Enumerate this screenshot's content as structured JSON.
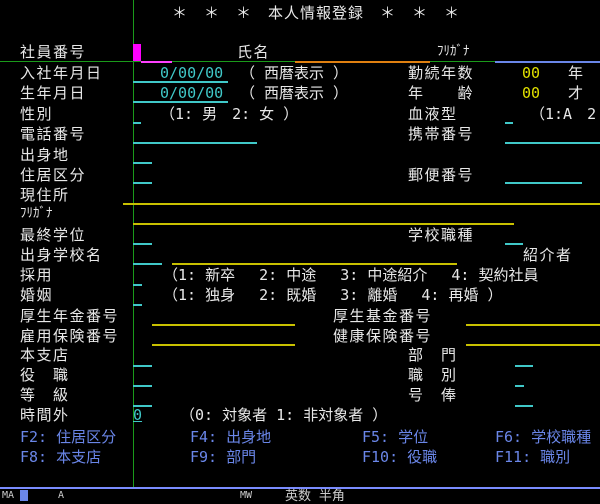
{
  "title": "＊　＊　＊　本人情報登録　＊　＊　＊",
  "header": {
    "employee_no": "社員番号",
    "name": "氏名",
    "furigana": "ﾌﾘｶﾞﾅ"
  },
  "rows": {
    "hire_date": {
      "label": "入社年月日",
      "value": "0/00/00",
      "note": "（ 西暦表示 ）"
    },
    "tenure": {
      "label": "勤続年数",
      "value": "00",
      "unit": "年"
    },
    "birth_date": {
      "label": "生年月日",
      "value": "0/00/00",
      "note": "（ 西暦表示 ）"
    },
    "age": {
      "label": "年　　齢",
      "value": "00",
      "unit": "才"
    },
    "gender": {
      "label": "性別",
      "value": "_",
      "options": "（1: 男　2: 女 ）"
    },
    "blood": {
      "label": "血液型",
      "value": "_",
      "options": "（1:A　2"
    },
    "phone": {
      "label": "電話番号"
    },
    "mobile": {
      "label": "携帯番号"
    },
    "birthplace": {
      "label": "出身地"
    },
    "residence_type": {
      "label": "住居区分"
    },
    "postal": {
      "label": "郵便番号"
    },
    "address": {
      "label": "現住所"
    },
    "address_kana": {
      "label": "ﾌﾘｶﾞﾅ"
    },
    "education": {
      "label": "最終学位"
    },
    "school_type": {
      "label": "学校職種"
    },
    "school_name": {
      "label": "出身学校名"
    },
    "referrer": {
      "label": "紹介者"
    },
    "hiring": {
      "label": "採用",
      "options": "（1: 新卒　 2: 中途　 3: 中途紹介　 4: 契約社員"
    },
    "marriage": {
      "label": "婚姻",
      "options": "（1: 独身　 2: 既婚　 3: 離婚　 4: 再婚 ）"
    },
    "pension_no": {
      "label": "厚生年金番号"
    },
    "fund_no": {
      "label": "厚生基金番号"
    },
    "employment_ins_no": {
      "label": "雇用保険番号"
    },
    "health_ins_no": {
      "label": "健康保険番号"
    },
    "branch": {
      "label": "本支店"
    },
    "department": {
      "label": "部　門"
    },
    "position": {
      "label": "役　職"
    },
    "job_class": {
      "label": "職　別"
    },
    "grade": {
      "label": "等　級"
    },
    "salary_step": {
      "label": "号　俸"
    },
    "overtime": {
      "label": "時間外",
      "value": "0",
      "options": "（0: 対象者 1: 非対象者 ）"
    }
  },
  "function_keys": [
    {
      "label": "F2: 住居区分"
    },
    {
      "label": "F4: 出身地"
    },
    {
      "label": "F5: 学位"
    },
    {
      "label": "F6: 学校職種"
    },
    {
      "label": "F8: 本支店"
    },
    {
      "label": "F9: 部門"
    },
    {
      "label": "F10: 役職"
    },
    {
      "label": "F11: 職別"
    }
  ],
  "status": {
    "mode": "MA",
    "a": "A",
    "mw": "MW",
    "input_mode": "英数 半角"
  },
  "colors": {
    "field": "#40c8c8",
    "long_field": "#c8c000",
    "cursor": "#ff00ff",
    "fkeys": "#6a86e8"
  }
}
